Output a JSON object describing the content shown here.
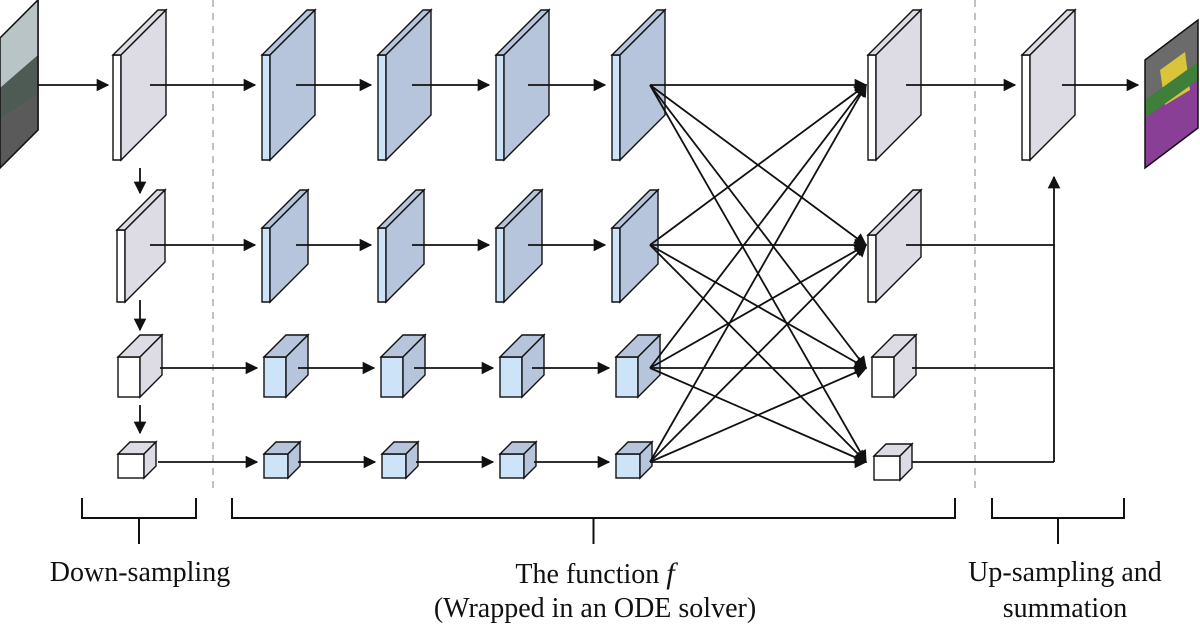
{
  "labels": {
    "downsampling": "Down-sampling",
    "function_title_prefix": "The function",
    "function_symbol": "f",
    "function_subtitle": "(Wrapped in an ODE solver)",
    "upsampling_line1": "Up-sampling and",
    "upsampling_line2": "summation"
  },
  "colors": {
    "gray_face": "#dddbe3",
    "gray_side": "#ffffff",
    "blue_face": "#b6c5dc",
    "blue_side": "#cde3f7",
    "stroke": "#111111",
    "dashed": "#9a9a9a"
  },
  "icons": {
    "input_image": "street-photo-thumbnail",
    "output_image": "segmentation-map-thumbnail"
  }
}
